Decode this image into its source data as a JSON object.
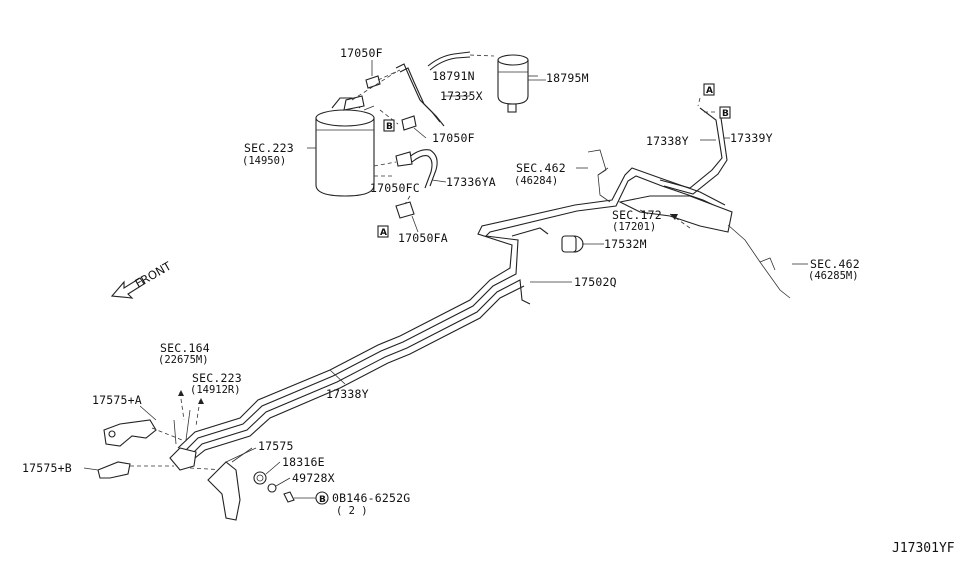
{
  "diagram_id": "J17301YF",
  "direction_label": "FRONT",
  "markers": {
    "a": "A",
    "b": "B"
  },
  "bolt_symbol": "B",
  "labels": {
    "p17050F_top": "17050F",
    "p18791N": "18791N",
    "p18795M": "18795M",
    "p17335X": "17335X",
    "p17050F_mid": "17050F",
    "sec223_top": "SEC.223",
    "sec223_top_sub": "(14950)",
    "p17050FC": "17050FC",
    "p17336YA": "17336YA",
    "p17050FA": "17050FA",
    "sec462_a": "SEC.462",
    "sec462_a_sub": "(46284)",
    "p17338Y_top": "17338Y",
    "p17339Y": "17339Y",
    "sec172": "SEC.172",
    "sec172_sub": "(17201)",
    "p17532M": "17532M",
    "sec462_b": "SEC.462",
    "sec462_b_sub": "(46285M)",
    "p17502Q": "17502Q",
    "p17338Y_bottom": "17338Y",
    "sec164": "SEC.164",
    "sec164_sub": "(22675M)",
    "sec223_bottom": "SEC.223",
    "sec223_bottom_sub": "(14912R)",
    "p17575A": "17575+A",
    "p17575B": "17575+B",
    "p17575": "17575",
    "p18316E": "18316E",
    "p49728X": "49728X",
    "p08146": "0B146-6252G",
    "p08146_qty": "( 2 )"
  }
}
